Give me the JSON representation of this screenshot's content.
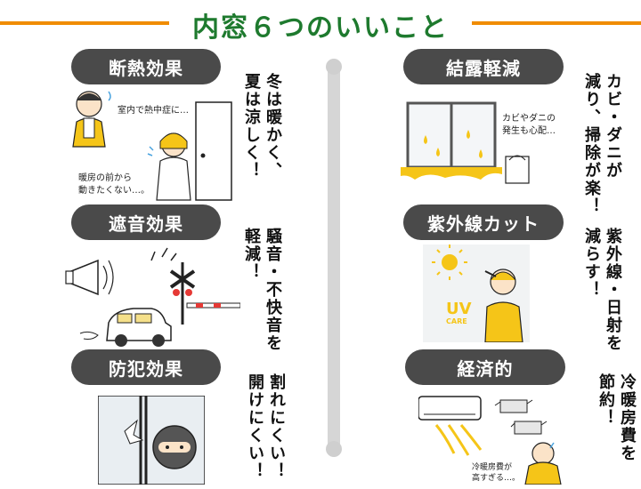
{
  "title": "内窓６つのいいこと",
  "colors": {
    "accent_orange": "#f08c00",
    "title_green": "#1e7a2e",
    "pill_gray": "#4a4a4a",
    "yellow": "#f5c518"
  },
  "items": [
    {
      "label": "断熱効果",
      "desc_lines": [
        "冬は暖かく、",
        "夏は涼しく！"
      ],
      "illus_texts": [
        "室内で熱中症に…",
        "暖房の前から",
        "動きたくない…。"
      ]
    },
    {
      "label": "遮音効果",
      "desc_lines": [
        "騒音・不快音を",
        "軽減！"
      ],
      "illus_texts": []
    },
    {
      "label": "防犯効果",
      "desc_lines": [
        "割れにくい！",
        "開けにくい！"
      ],
      "illus_texts": []
    },
    {
      "label": "結露軽減",
      "desc_lines": [
        "カビ・ダニが",
        "減り、掃除が楽！"
      ],
      "illus_texts": [
        "カビやダニの",
        "発生も心配…"
      ]
    },
    {
      "label": "紫外線カット",
      "desc_lines": [
        "紫外線・日射を",
        "減らす！"
      ],
      "illus_texts": [
        "UV",
        "CARE"
      ]
    },
    {
      "label": "経済的",
      "desc_lines": [
        "冷暖房費を",
        "節約！"
      ],
      "illus_texts": [
        "冷暖房費が",
        "高すぎる…。"
      ]
    }
  ]
}
